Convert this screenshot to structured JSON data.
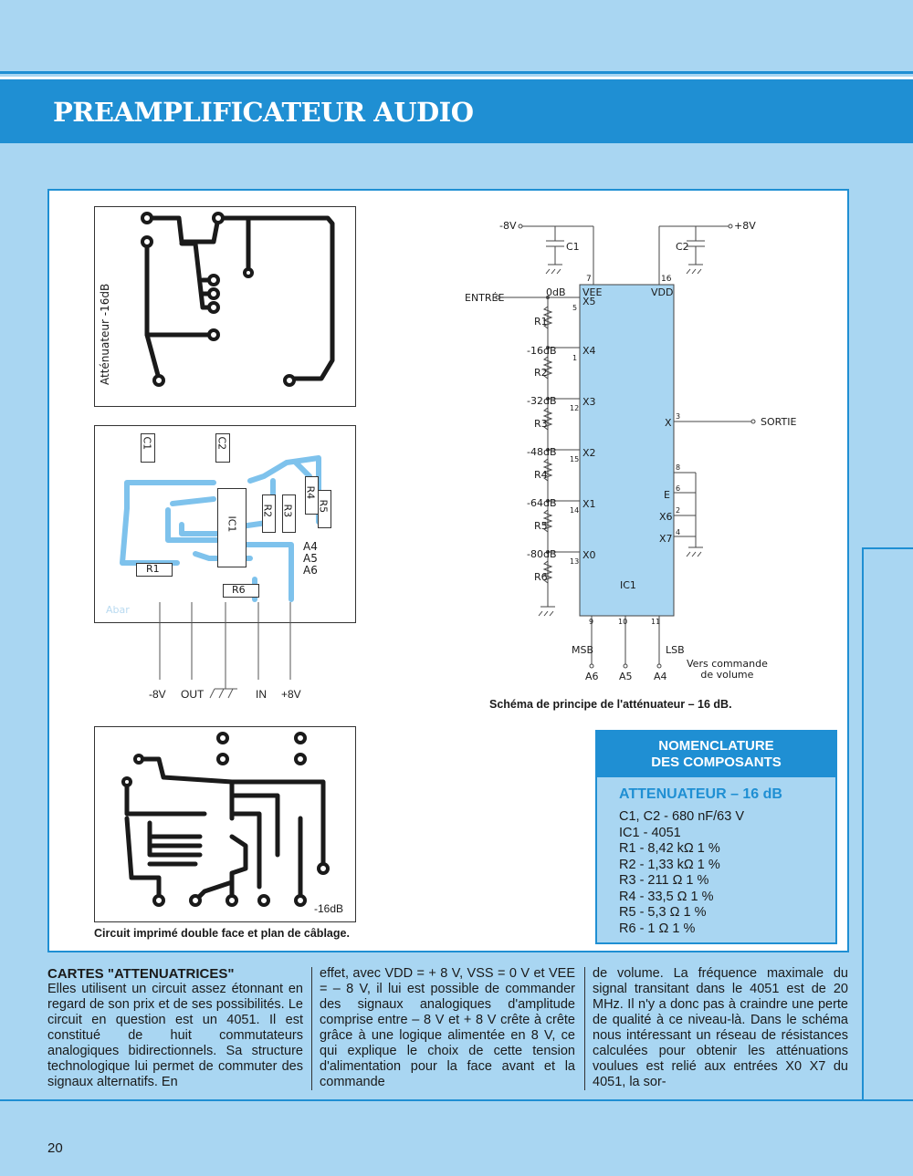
{
  "header": {
    "title": "PREAMPLIFICATEUR AUDIO"
  },
  "board1": {
    "label": "Atténuateur -16dB"
  },
  "board2": {
    "components": [
      "C1",
      "C2",
      "R4",
      "R5",
      "R2",
      "R3",
      "IC1",
      "R1",
      "R6"
    ],
    "outputs": [
      "A4",
      "A5",
      "A6"
    ],
    "watermark": "Abar",
    "pins": [
      "-8V",
      "OUT",
      "IN",
      "+8V"
    ]
  },
  "board3": {
    "label": "-16dB"
  },
  "board_caption": "Circuit imprimé double face et plan de câblage.",
  "schematic": {
    "supply_neg": "-8V",
    "supply_pos": "+8V",
    "c1": "C1",
    "c2": "C2",
    "input_label": "ENTRÉE",
    "output_label": "SORTIE",
    "chip": "IC1",
    "vee": "VEE",
    "vdd": "VDD",
    "levels": [
      "0dB",
      "-16dB",
      "-32dB",
      "-48dB",
      "-64dB",
      "-80dB"
    ],
    "resistors": [
      "R1",
      "R2",
      "R3",
      "R4",
      "R5",
      "R6"
    ],
    "inputs": [
      "X5",
      "X4",
      "X3",
      "X2",
      "X1",
      "X0"
    ],
    "input_pins": [
      "5",
      "1",
      "12",
      "15",
      "14",
      "13"
    ],
    "right_pins": [
      "X",
      "E",
      "X6",
      "X7"
    ],
    "right_pin_nums": [
      "3",
      "8",
      "6",
      "2",
      "4"
    ],
    "top_pins": [
      "7",
      "16"
    ],
    "bottom_pins": [
      "9",
      "10",
      "11"
    ],
    "msb": "MSB",
    "lsb": "LSB",
    "addr": [
      "A6",
      "A5",
      "A4"
    ],
    "note_line1": "Vers commande",
    "note_line2": "de volume",
    "caption": "Schéma de principe de l'atténuateur – 16 dB."
  },
  "nomenclature": {
    "title_line1": "NOMENCLATURE",
    "title_line2": "DES COMPOSANTS",
    "subtitle": "ATTENUATEUR – 16 dB",
    "items": [
      "C1, C2 - 680 nF/63 V",
      "IC1 - 4051",
      "R1 - 8,42 kΩ 1 %",
      "R2 - 1,33 kΩ 1 %",
      "R3 - 211 Ω 1 %",
      "R4 - 33,5 Ω 1 %",
      "R5 - 5,3 Ω 1 %",
      "R6 - 1 Ω 1 %"
    ]
  },
  "article": {
    "heading": "CARTES \"ATTENUATRICES\"",
    "col1": "Elles utilisent un circuit assez étonnant en regard de son prix et de ses possibilités. Le circuit en question est un 4051. Il est constitué de huit commutateurs analogiques bidirectionnels. Sa structure technologique lui permet de commuter des signaux alternatifs. En",
    "col2": "effet, avec VDD = + 8 V, VSS = 0 V et VEE = – 8 V, il lui est possible de commander des signaux analogiques d'amplitude comprise entre – 8 V et + 8 V crête à crête grâce à une logique alimentée en 8 V, ce qui explique le choix de cette tension d'alimentation pour la face avant et la commande",
    "col3": "de volume. La fréquence maximale du signal transitant dans le 4051 est de 20 MHz. Il n'y a donc pas à craindre une perte de qualité à ce niveau-là. Dans le schéma nous intéressant un réseau de résistances calculées pour obtenir les atténuations voulues est relié aux entrées X0 X7 du 4051, la sor-"
  },
  "page_number": "20",
  "colors": {
    "accent": "#1f8fd3",
    "background": "#a9d6f2"
  }
}
